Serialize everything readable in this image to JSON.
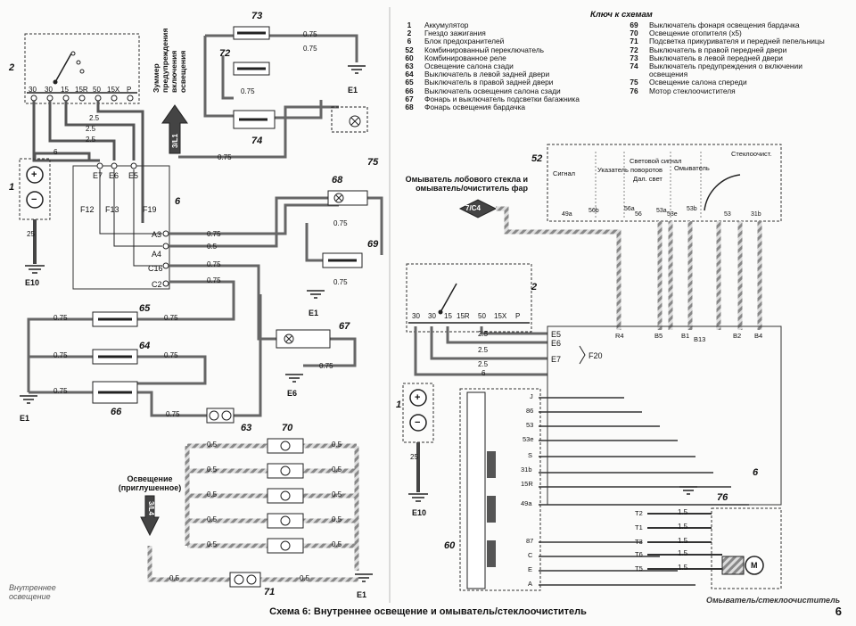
{
  "caption": "Схема 6: Внутреннее освещение и омыватель/стеклоочиститель",
  "page_number": "6",
  "key": {
    "title": "Ключ к схемам",
    "left": [
      {
        "n": "1",
        "t": "Аккумулятор"
      },
      {
        "n": "2",
        "t": "Гнездо зажигания"
      },
      {
        "n": "6",
        "t": "Блок предохранителей"
      },
      {
        "n": "52",
        "t": "Комбинированный переключатель"
      },
      {
        "n": "60",
        "t": "Комбинированное реле"
      },
      {
        "n": "63",
        "t": "Освещение салона сзади"
      },
      {
        "n": "64",
        "t": "Выключатель в левой задней двери"
      },
      {
        "n": "65",
        "t": "Выключатель в правой задней двери"
      },
      {
        "n": "66",
        "t": "Выключатель освещения салона сзади"
      },
      {
        "n": "67",
        "t": "Фонарь и выключатель подсветки багажника"
      },
      {
        "n": "68",
        "t": "Фонарь освещения бардачка"
      }
    ],
    "right": [
      {
        "n": "69",
        "t": "Выключатель фонаря освещения бардачка"
      },
      {
        "n": "70",
        "t": "Освещение отопителя (x5)"
      },
      {
        "n": "71",
        "t": "Подсветка прикуривателя и передней пепельницы"
      },
      {
        "n": "72",
        "t": "Выключатель в правой передней двери"
      },
      {
        "n": "73",
        "t": "Выключатель в левой передней двери"
      },
      {
        "n": "74",
        "t": "Выключатель предупреждения о включении освещения"
      },
      {
        "n": "75",
        "t": "Освещение салона спереди"
      },
      {
        "n": "76",
        "t": "Мотор стеклоочистителя"
      }
    ]
  },
  "labels": {
    "left_bottom_title": "Внутреннее освещение",
    "right_bottom_title": "Омыватель/стеклоочиститель",
    "buzzer": "Зуммер предупреждения включения освещения",
    "buzzer_ref": "3/L1",
    "lighting_dim": "Освещение (приглушенное)",
    "lighting_ref": "3/L4",
    "washer": "Омыватель лобового стекла и омыватель/очиститель фар",
    "washer_ref": "7/C4",
    "ground_e1": "E1",
    "ground_e6": "E6",
    "ground_e10": "E10",
    "batt_plus": "+",
    "batt_minus": "−"
  },
  "ignition_terminals": [
    "30",
    "30",
    "15",
    "15R",
    "50",
    "15X",
    "P"
  ],
  "fusebox_pins_left": [
    "E7",
    "E6",
    "E5"
  ],
  "fuses_left": [
    "F12",
    "F13",
    "F19"
  ],
  "fusebox_out_left": [
    "A3",
    "A4",
    "C16",
    "C2"
  ],
  "fusebox_pins_right": [
    "E5",
    "E6",
    "E7"
  ],
  "fuse_right": "F20",
  "combo_switch_sections": [
    "Сигнал",
    "Указатель поворотов",
    "Световой сигнал",
    "Дал. свет",
    "Омыватель",
    "Стеклоочист."
  ],
  "combo_switch_pins": [
    "49a",
    "56b",
    "56a",
    "56",
    "53a",
    "53e",
    "53b",
    "53",
    "31b"
  ],
  "fusebox_right_out": [
    "R4",
    "B5",
    "B1",
    "B13",
    "B2",
    "B4"
  ],
  "relay_pins": [
    "J",
    "86",
    "53",
    "53e",
    "S",
    "31b",
    "15R",
    "49a",
    "87",
    "C",
    "E",
    "A"
  ],
  "motor_pins": [
    "T2",
    "T1",
    "T3",
    "T6",
    "T5"
  ],
  "motor_label": "M",
  "wire_gauges": {
    "g075": "0.75",
    "g05": "0.5",
    "g25": "2.5",
    "g6": "6",
    "g25b": "25",
    "g15": "1.5"
  },
  "component_numbers": [
    "1",
    "2",
    "6",
    "52",
    "60",
    "63",
    "64",
    "65",
    "66",
    "67",
    "68",
    "69",
    "70",
    "71",
    "72",
    "73",
    "74",
    "75",
    "76"
  ]
}
